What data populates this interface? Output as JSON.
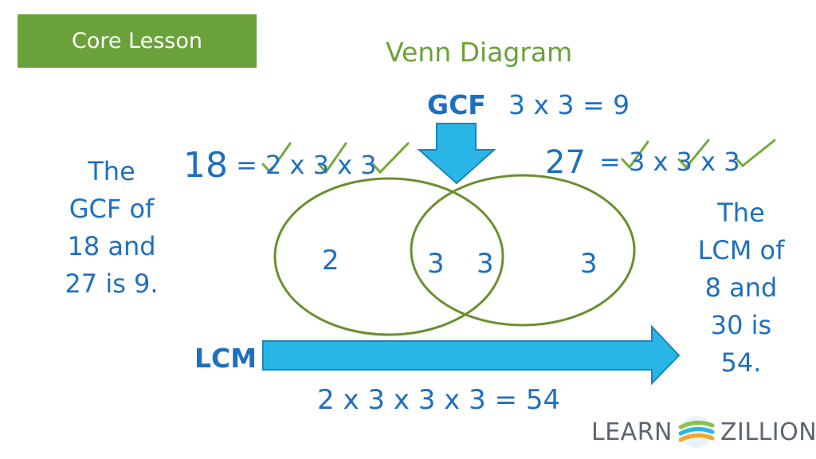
{
  "header": {
    "badge": "Core Lesson",
    "title": "Venn Diagram"
  },
  "gcf": {
    "label": "GCF",
    "expression": "3 x 3 = 9"
  },
  "left_factorization": {
    "number": "18",
    "rest": "= 2 x 3 x 3"
  },
  "right_factorization": {
    "number": "27",
    "rest": "= 3 x 3 x 3"
  },
  "venn": {
    "left_only": "2",
    "shared": [
      "3",
      "3"
    ],
    "right_only": "3"
  },
  "lcm": {
    "label": "LCM",
    "expression": "2 x 3 x 3 x 3 = 54"
  },
  "left_note": {
    "lines": [
      "The",
      "GCF of",
      "18 and",
      "27 is 9."
    ]
  },
  "right_note": {
    "lines": [
      "The",
      "LCM of",
      "8 and",
      "30 is",
      "54."
    ]
  },
  "logo": {
    "left": "LEARN",
    "right": "ZILLION"
  },
  "colors": {
    "green": "#6aa13a",
    "blue_text": "#1f6fbf",
    "arrow_fill": "#29b6e6",
    "arrow_stroke": "#1a86b8",
    "circle": "#6b8f2e",
    "check": "#76a83c"
  }
}
